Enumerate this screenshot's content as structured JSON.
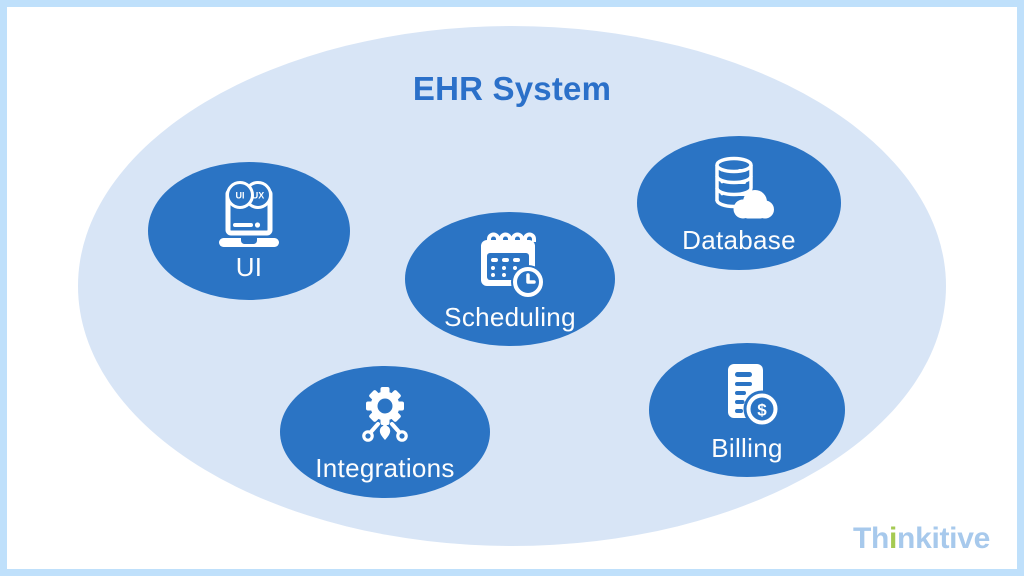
{
  "title": "EHR System",
  "nodes": [
    {
      "label": "UI",
      "icon": "ui-ux-laptop-icon",
      "badges": [
        "UI",
        "UX"
      ]
    },
    {
      "label": "Scheduling",
      "icon": "calendar-clock-icon"
    },
    {
      "label": "Database",
      "icon": "database-cloud-icon"
    },
    {
      "label": "Integrations",
      "icon": "gear-integrations-icon"
    },
    {
      "label": "Billing",
      "icon": "invoice-dollar-icon",
      "currency_symbol": "$"
    }
  ],
  "logo": {
    "prefix": "Th",
    "highlight": "i",
    "suffix": "nkitive"
  },
  "colors": {
    "frame_border": "#bfe0fb",
    "background": "#ffffff",
    "container_ellipse": "#d8e5f6",
    "node_fill": "#2b74c4",
    "title_text": "#2b70c9",
    "node_text": "#fdfdfd",
    "logo_blue": "#a7c9ec",
    "logo_green": "#a5ca52"
  }
}
